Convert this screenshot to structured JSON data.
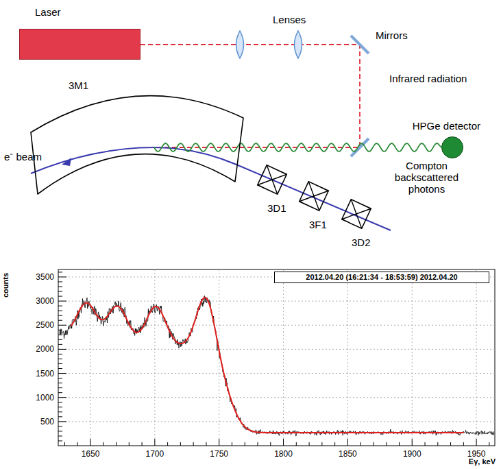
{
  "diagram": {
    "nodes": [
      {
        "text": [
          "Laser"
        ]
      },
      {
        "text": [
          "3M1"
        ]
      },
      {
        "text": [
          "HPGe detector"
        ]
      },
      {
        "text": [
          "3D1"
        ]
      },
      {
        "text": [
          "3F1"
        ]
      },
      {
        "text": [
          "3D2"
        ]
      },
      {
        "text": [
          "2012.04.20 (16:21:34 - 18:53:59) 2012.04.20"
        ]
      }
    ],
    "edges": [
      {
        "from": 1,
        "to": 2,
        "arrow": "none"
      }
    ],
    "labels": [
      "Lenses",
      "Mirrors",
      "Infrared radiation",
      "e⁻ beam",
      "Compton backscattered photons",
      "500",
      "1000",
      "1500",
      "2000",
      "2500",
      "3000",
      "3500",
      "1650",
      "1700",
      "1750",
      "1800",
      "1850",
      "1900",
      "1950",
      "counts",
      "Eγ, keV"
    ]
  }
}
